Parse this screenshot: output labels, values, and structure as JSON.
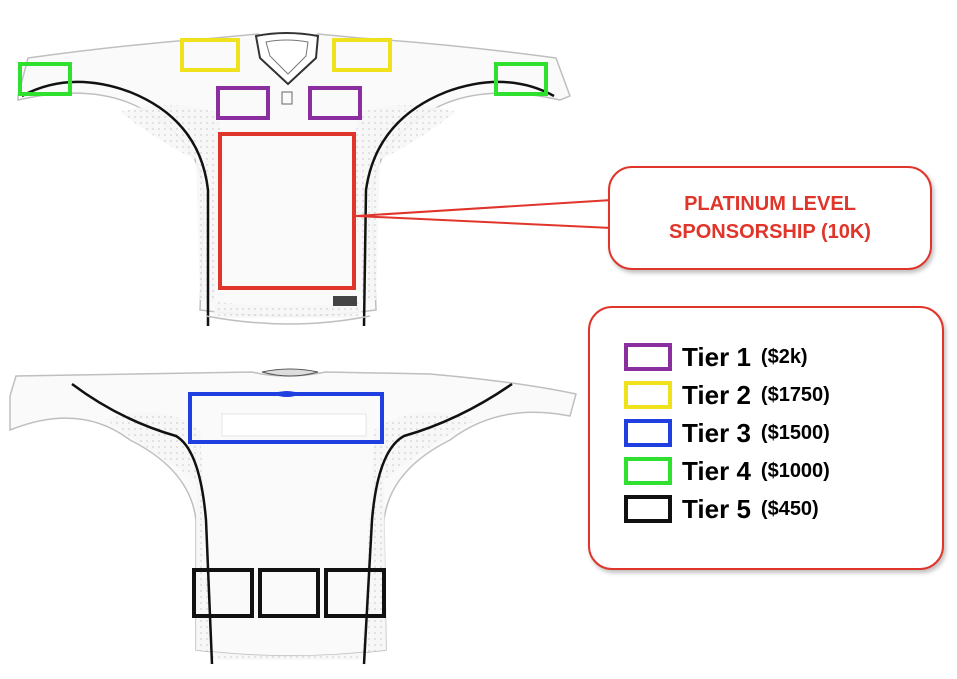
{
  "callout": {
    "text": "PLATINUM LEVEL\nSPONSORSHIP (10K)",
    "color": "#e0352b"
  },
  "colors": {
    "platinum": "#e0352b",
    "tier1": "#8b2fa0",
    "tier2": "#f0e11d",
    "tier3": "#1f3fe0",
    "tier4": "#2fe02f",
    "tier5": "#111111",
    "border": "#e0352b"
  },
  "legend": {
    "tiers": [
      {
        "name": "Tier 1",
        "price": "($2k)",
        "color": "#8b2fa0"
      },
      {
        "name": "Tier 2",
        "price": "($1750)",
        "color": "#f0e11d"
      },
      {
        "name": "Tier 3",
        "price": "($1500)",
        "color": "#1f3fe0"
      },
      {
        "name": "Tier 4",
        "price": "($1000)",
        "color": "#2fe02f"
      },
      {
        "name": "Tier 5",
        "price": "($450)",
        "color": "#111111"
      }
    ]
  }
}
